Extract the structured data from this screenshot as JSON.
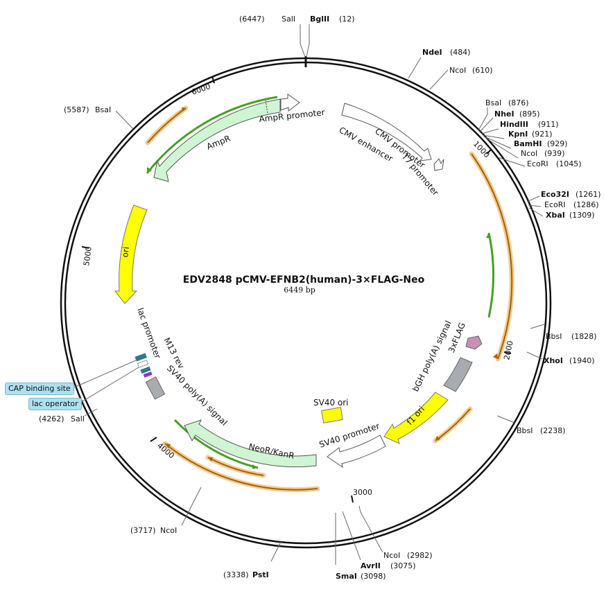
{
  "title": "EDV2848 pCMV-EFNB2(human)-3×FLAG-Neo",
  "size": "6449 bp",
  "total_bp": 6449,
  "ticks": [
    {
      "label": "1000",
      "bp": 1000
    },
    {
      "label": "2000",
      "bp": 2000
    },
    {
      "label": "3000",
      "bp": 3000
    },
    {
      "label": "4000",
      "bp": 4000
    },
    {
      "label": "5000",
      "bp": 5000
    },
    {
      "label": "6000",
      "bp": 6000
    }
  ],
  "sites": [
    {
      "name": "SalI",
      "pos": "(6447)",
      "bold": false
    },
    {
      "name": "BglII",
      "pos": "(12)",
      "bold": true
    },
    {
      "name": "NdeI",
      "pos": "(484)",
      "bold": true
    },
    {
      "name": "NcoI",
      "pos": "(610)",
      "bold": false
    },
    {
      "name": "BsaI",
      "pos": "(876)",
      "bold": false
    },
    {
      "name": "NheI",
      "pos": "(895)",
      "bold": true
    },
    {
      "name": "HindIII",
      "pos": "(911)",
      "bold": true
    },
    {
      "name": "KpnI",
      "pos": "(921)",
      "bold": true
    },
    {
      "name": "BamHI",
      "pos": "(929)",
      "bold": true
    },
    {
      "name": "NcoI",
      "pos": "(939)",
      "bold": false
    },
    {
      "name": "EcoRI",
      "pos": "(1045)",
      "bold": false
    },
    {
      "name": "Eco32I",
      "pos": "(1261)",
      "bold": true
    },
    {
      "name": "EcoRI",
      "pos": "(1286)",
      "bold": false
    },
    {
      "name": "XbaI",
      "pos": "(1309)",
      "bold": true
    },
    {
      "name": "BbsI",
      "pos": "(1828)",
      "bold": false
    },
    {
      "name": "XhoI",
      "pos": "(1940)",
      "bold": true
    },
    {
      "name": "BbsI",
      "pos": "(2238)",
      "bold": false
    },
    {
      "name": "NcoI",
      "pos": "(2982)",
      "bold": false
    },
    {
      "name": "AvrII",
      "pos": "(3075)",
      "bold": true
    },
    {
      "name": "SmaI",
      "pos": "(3098)",
      "bold": true
    },
    {
      "name": "PstI",
      "pos": "(3338)",
      "bold": true
    },
    {
      "name": "NcoI",
      "pos": "(3717)",
      "bold": false
    },
    {
      "name": "SalI",
      "pos": "(4262)",
      "bold": false
    },
    {
      "name": "BsaI",
      "pos": "(5587)",
      "bold": false
    }
  ],
  "features": [
    {
      "name": "AmpR promoter"
    },
    {
      "name": "AmpR"
    },
    {
      "name": "CMV enhancer"
    },
    {
      "name": "CMV promoter"
    },
    {
      "name": "T7 promoter"
    },
    {
      "name": "ori"
    },
    {
      "name": "lac promoter"
    },
    {
      "name": "M13 rev"
    },
    {
      "name": "SV40 poly(A) signal"
    },
    {
      "name": "NeoR/KanR"
    },
    {
      "name": "SV40 ori"
    },
    {
      "name": "SV40 promoter"
    },
    {
      "name": "f1 ori"
    },
    {
      "name": "bGH poly(A) signal"
    },
    {
      "name": "3xFLAG"
    }
  ],
  "side_labels": [
    {
      "text": "CAP binding site"
    },
    {
      "text": "lac operator"
    }
  ],
  "colors": {
    "backbone": "#111111",
    "orange_band": "#e8a13a",
    "green_band": "#44a022",
    "ampr_fill": "#cff5d2",
    "yellow_fill": "#ffff00",
    "flag_fill": "#c98fb5",
    "grey_fill": "#a8acb0",
    "badge_fill": "#aee0f0"
  }
}
